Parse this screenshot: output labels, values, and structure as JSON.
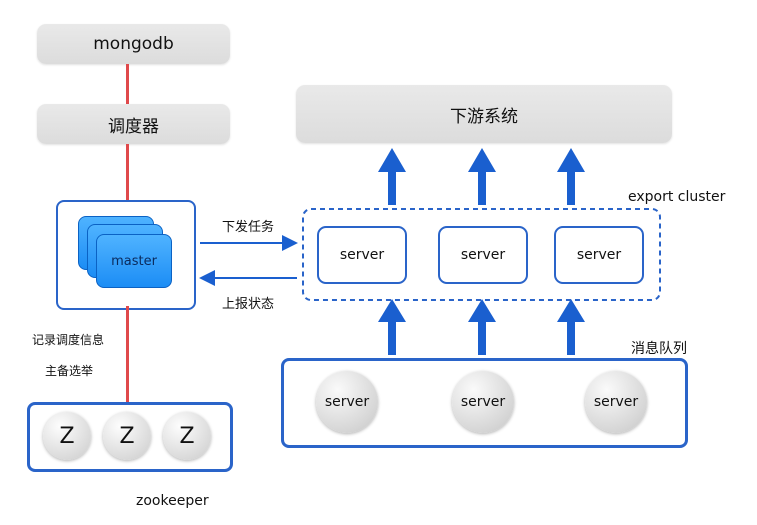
{
  "nodes": {
    "mongodb": "mongodb",
    "scheduler": "调度器",
    "downstream": "下游系统",
    "master": "master",
    "export_cluster_label": "export cluster",
    "export_servers": [
      "server",
      "server",
      "server"
    ],
    "queue_label": "消息队列",
    "queue_servers": [
      "server",
      "server",
      "server"
    ],
    "zk_nodes": [
      "Z",
      "Z",
      "Z"
    ],
    "zookeeper_label": "zookeeper"
  },
  "edges": {
    "dispatch_task": "下发任务",
    "report_status": "上报状态",
    "record_schedule": "记录调度信息",
    "leader_election": "主备选举"
  },
  "colors": {
    "blue": "#2a64c9",
    "arrow_blue": "#1a5fcf",
    "red_line": "#e0494b",
    "grey": "#e2e2e2"
  }
}
